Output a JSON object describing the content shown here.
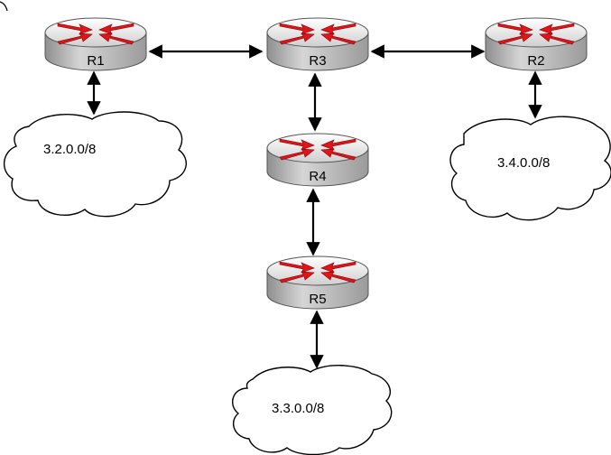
{
  "routers": {
    "r1": {
      "label": "R1"
    },
    "r2": {
      "label": "R2"
    },
    "r3": {
      "label": "R3"
    },
    "r4": {
      "label": "R4"
    },
    "r5": {
      "label": "R5"
    }
  },
  "networks": {
    "n1": {
      "label": "3.2.0.0/8"
    },
    "n2": {
      "label": "3.4.0.0/8"
    },
    "n3": {
      "label": "3.3.0.0/8"
    }
  },
  "colors": {
    "router_body": "#b9b9b9",
    "router_top": "#ececec",
    "arrow_red": "#e0141a",
    "line": "#000000"
  }
}
